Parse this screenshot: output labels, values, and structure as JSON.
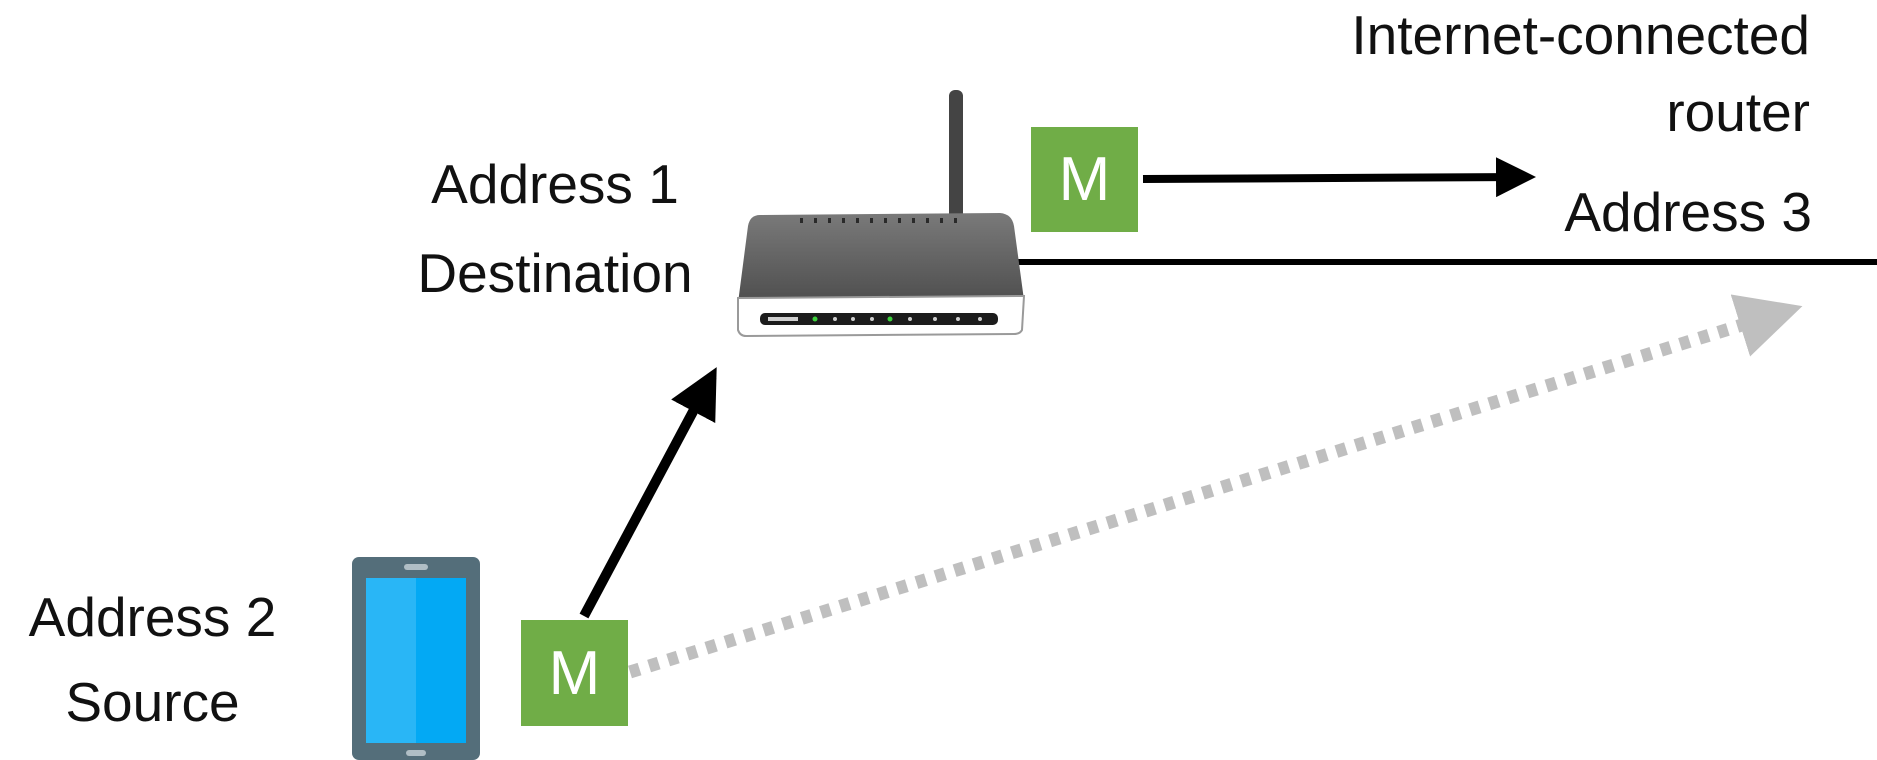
{
  "labels": {
    "address1": "Address 1",
    "destination": "Destination",
    "address2": "Address 2",
    "source": "Source",
    "internet_router_line1": "Internet-connected",
    "internet_router_line2": "router",
    "address3": "Address 3"
  },
  "message": {
    "top_label": "M",
    "bottom_label": "M"
  },
  "colors": {
    "message_box": "#70ad47",
    "solid_arrow": "#000000",
    "dotted_arrow": "#bfbfbf",
    "tablet_frame": "#546e7a",
    "tablet_screen": "#03a9f4"
  },
  "icons": {
    "router": "wireless-router-icon",
    "tablet": "tablet-icon"
  }
}
